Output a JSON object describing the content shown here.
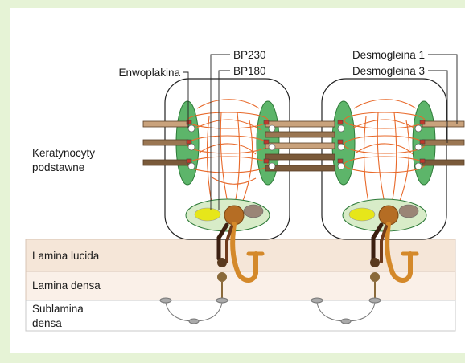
{
  "labels": {
    "enwoplakina": "Enwoplakina",
    "bp230": "BP230",
    "bp180": "BP180",
    "desmogleina1": "Desmogleina 1",
    "desmogleina3": "Desmogleina 3",
    "keratynocyty_line1": "Keratynocyty",
    "keratynocyty_line2": "podstawne",
    "lamina_lucida": "Lamina lucida",
    "lamina_densa": "Lamina densa",
    "sublamina_line1": "Sublamina",
    "sublamina_line2": "densa"
  },
  "colors": {
    "background": "#e6f3d6",
    "panel": "#ffffff",
    "lamina_lucida": "#f5e6d8",
    "lamina_densa": "#faf0e8",
    "filament": "#e8692a",
    "desmosome_green": "#5db56a",
    "nucleus": "#d8ecc8",
    "bp180_orange": "#d4892a",
    "desmoglein_tan": "#c9a27c",
    "desmoglein_brown": "#7a5a3a"
  }
}
